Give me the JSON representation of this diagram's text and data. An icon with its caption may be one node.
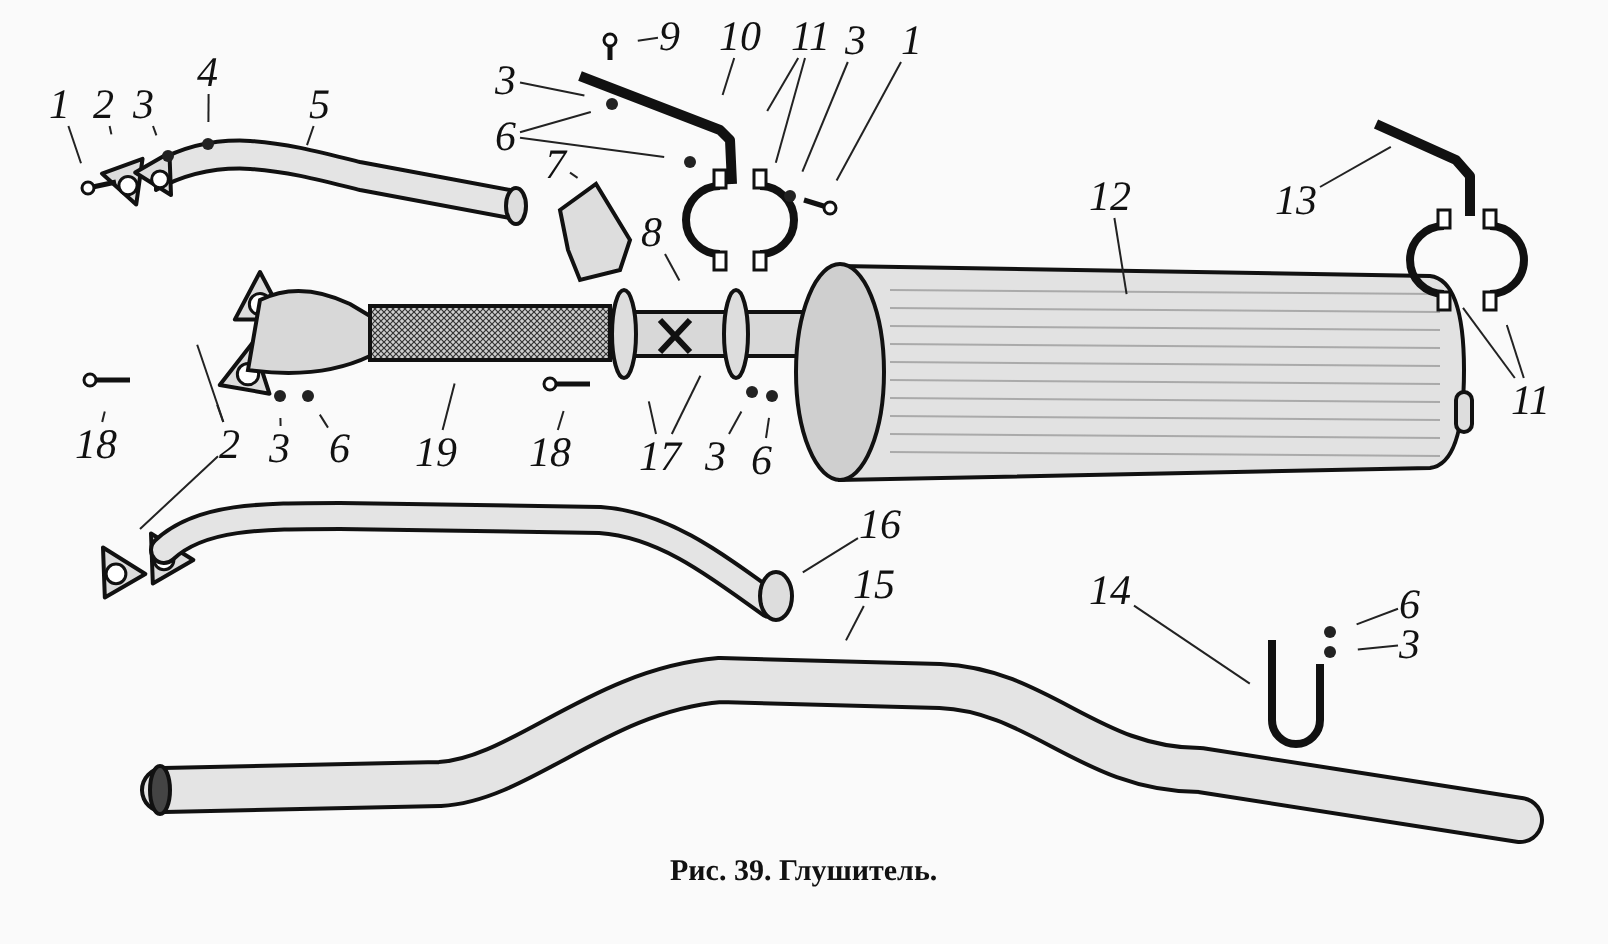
{
  "diagram": {
    "caption": "Рис. 39. Глушитель.",
    "nodes": [
      {
        "text": [
          "1"
        ]
      },
      {
        "text": [
          "2"
        ]
      },
      {
        "text": [
          "3"
        ]
      },
      {
        "text": [
          "4"
        ]
      },
      {
        "text": [
          "5"
        ]
      },
      {
        "text": [
          "9"
        ]
      },
      {
        "text": [
          "10"
        ]
      },
      {
        "text": [
          "11"
        ]
      },
      {
        "text": [
          "3"
        ]
      },
      {
        "text": [
          "6"
        ]
      },
      {
        "text": [
          "3"
        ]
      },
      {
        "text": [
          "1"
        ]
      },
      {
        "text": [
          "7"
        ]
      },
      {
        "text": [
          "8"
        ]
      },
      {
        "text": [
          "12"
        ]
      },
      {
        "text": [
          "13"
        ]
      },
      {
        "text": [
          "11"
        ]
      },
      {
        "text": [
          "18"
        ]
      },
      {
        "text": [
          "2"
        ]
      },
      {
        "text": [
          "3"
        ]
      },
      {
        "text": [
          "6"
        ]
      },
      {
        "text": [
          "19"
        ]
      },
      {
        "text": [
          "18"
        ]
      },
      {
        "text": [
          "17"
        ]
      },
      {
        "text": [
          "3"
        ]
      },
      {
        "text": [
          "6"
        ]
      },
      {
        "text": [
          "16"
        ]
      },
      {
        "text": [
          "15"
        ]
      },
      {
        "text": [
          "14"
        ]
      },
      {
        "text": [
          "6"
        ]
      },
      {
        "text": [
          "3"
        ]
      }
    ],
    "edges": [
      {
        "from": 0,
        "to": null,
        "arrow": "none"
      },
      {
        "from": 1,
        "to": null,
        "arrow": "none"
      },
      {
        "from": 2,
        "to": null,
        "arrow": "none"
      },
      {
        "from": 3,
        "to": null,
        "arrow": "none"
      },
      {
        "from": 4,
        "to": null,
        "arrow": "none"
      },
      {
        "from": 5,
        "to": null,
        "arrow": "none"
      },
      {
        "from": 6,
        "to": null,
        "arrow": "none"
      },
      {
        "from": 7,
        "to": null,
        "arrow": "none"
      },
      {
        "from": 7,
        "to": null,
        "arrow": "none"
      },
      {
        "from": 8,
        "to": null,
        "arrow": "none"
      },
      {
        "from": 9,
        "to": null,
        "arrow": "none"
      },
      {
        "from": 9,
        "to": null,
        "arrow": "none"
      },
      {
        "from": 10,
        "to": null,
        "arrow": "none"
      },
      {
        "from": 11,
        "to": null,
        "arrow": "none"
      },
      {
        "from": 12,
        "to": null,
        "arrow": "none"
      },
      {
        "from": 13,
        "to": null,
        "arrow": "none"
      },
      {
        "from": 14,
        "to": null,
        "arrow": "none"
      },
      {
        "from": 15,
        "to": null,
        "arrow": "none"
      },
      {
        "from": 16,
        "to": null,
        "arrow": "none"
      },
      {
        "from": 16,
        "to": null,
        "arrow": "none"
      },
      {
        "from": 17,
        "to": null,
        "arrow": "none"
      },
      {
        "from": 18,
        "to": null,
        "arrow": "none"
      },
      {
        "from": 18,
        "to": null,
        "arrow": "none"
      },
      {
        "from": 18,
        "to": null,
        "arrow": "none"
      },
      {
        "from": 19,
        "to": null,
        "arrow": "none"
      },
      {
        "from": 20,
        "to": null,
        "arrow": "none"
      },
      {
        "from": 21,
        "to": null,
        "arrow": "none"
      },
      {
        "from": 22,
        "to": null,
        "arrow": "none"
      },
      {
        "from": 23,
        "to": null,
        "arrow": "none"
      },
      {
        "from": 23,
        "to": null,
        "arrow": "none"
      },
      {
        "from": 24,
        "to": null,
        "arrow": "none"
      },
      {
        "from": 25,
        "to": null,
        "arrow": "none"
      },
      {
        "from": 26,
        "to": null,
        "arrow": "none"
      },
      {
        "from": 27,
        "to": null,
        "arrow": "none"
      },
      {
        "from": 28,
        "to": null,
        "arrow": "none"
      },
      {
        "from": 29,
        "to": null,
        "arrow": "none"
      },
      {
        "from": 30,
        "to": null,
        "arrow": "none"
      }
    ]
  }
}
